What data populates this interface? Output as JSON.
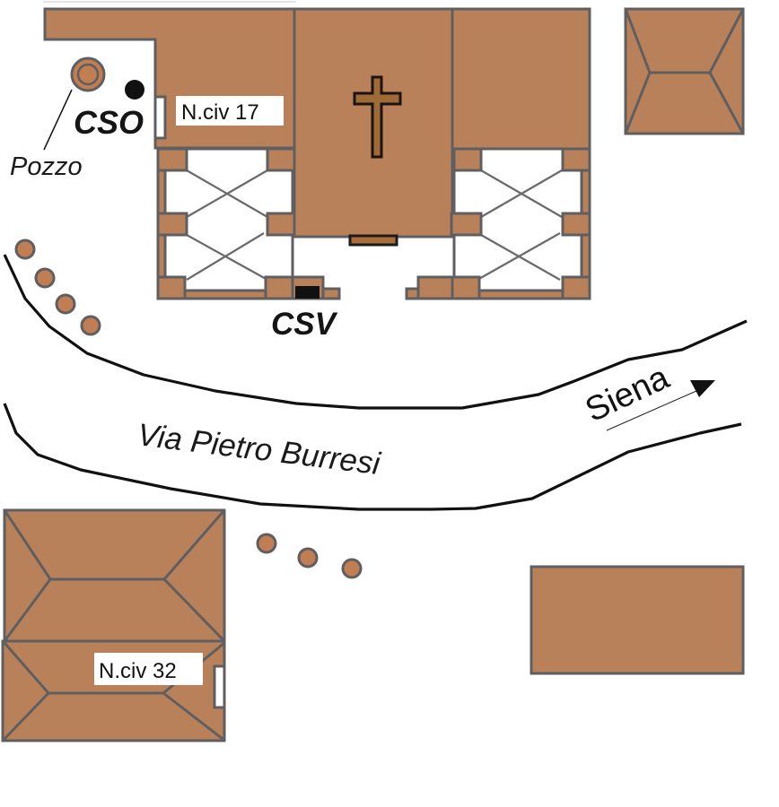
{
  "labels": {
    "house_17": "N.civ 17",
    "house_32": "N.civ 32",
    "cso": "CSO",
    "csv": "CSV",
    "well": "Pozzo",
    "street": "Via Pietro Burresi",
    "direction": "Siena"
  },
  "colors": {
    "building": "#b98159",
    "outline": "#5f5e60",
    "road": "#111111",
    "cross": "#9e6a35"
  },
  "icons": {
    "church": "cross-icon",
    "well": "well-icon",
    "cso_marker": "dot-marker-icon",
    "csv_marker": "square-marker-icon",
    "direction": "arrow-icon"
  }
}
